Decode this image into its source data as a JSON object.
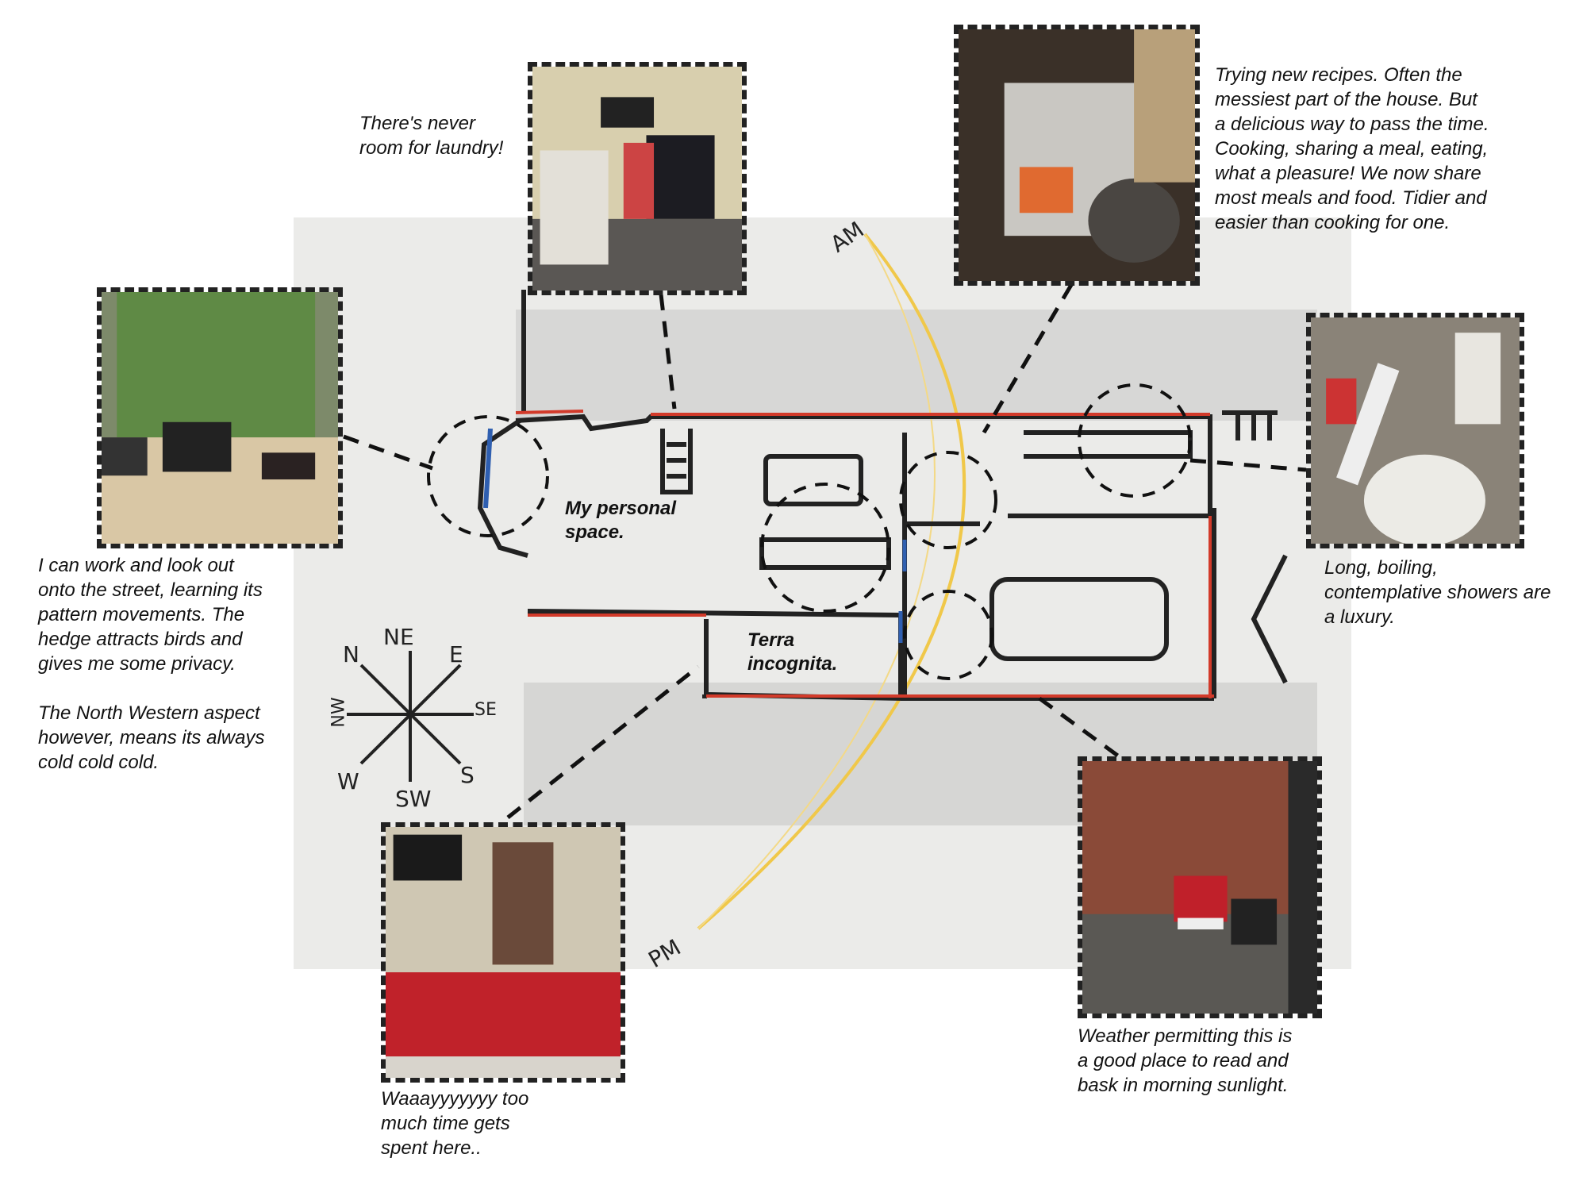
{
  "captions": {
    "laundry": "There's never\nroom for laundry!",
    "kitchen": "Trying new recipes. Often the\nmessiest part of the house. But\na delicious way to pass the time.\nCooking, sharing a meal, eating,\nwhat a pleasure!  We now share\nmost meals and food. Tidier and\neasier than cooking for one.",
    "office": "I can work and look out\nonto the street, learning its\npattern movements. The\nhedge attracts birds and\ngives me some privacy.\n\nThe North Western aspect\nhowever, means its always\ncold cold cold.",
    "bathroom": "Long, boiling,\ncontemplative showers are\na luxury.",
    "living": "Waaayyyyyyy too\nmuch time gets\nspent here..",
    "yard": "Weather  permitting this is\na good place to read and\nbask in morning sunlight."
  },
  "plan_labels": {
    "personal_space": "My personal\nspace.",
    "terra_incognita": "Terra\nincognita.",
    "am": "AM",
    "pm": "PM"
  },
  "compass": {
    "n": "N",
    "ne": "NE",
    "e": "E",
    "se": "SE",
    "s": "S",
    "sw": "SW",
    "w": "W",
    "nw": "NW"
  },
  "colors": {
    "wall_red": "#d23a2a",
    "sun_yellow": "#f0c84a",
    "window_blue": "#2f5fb0",
    "dash": "#222222"
  }
}
